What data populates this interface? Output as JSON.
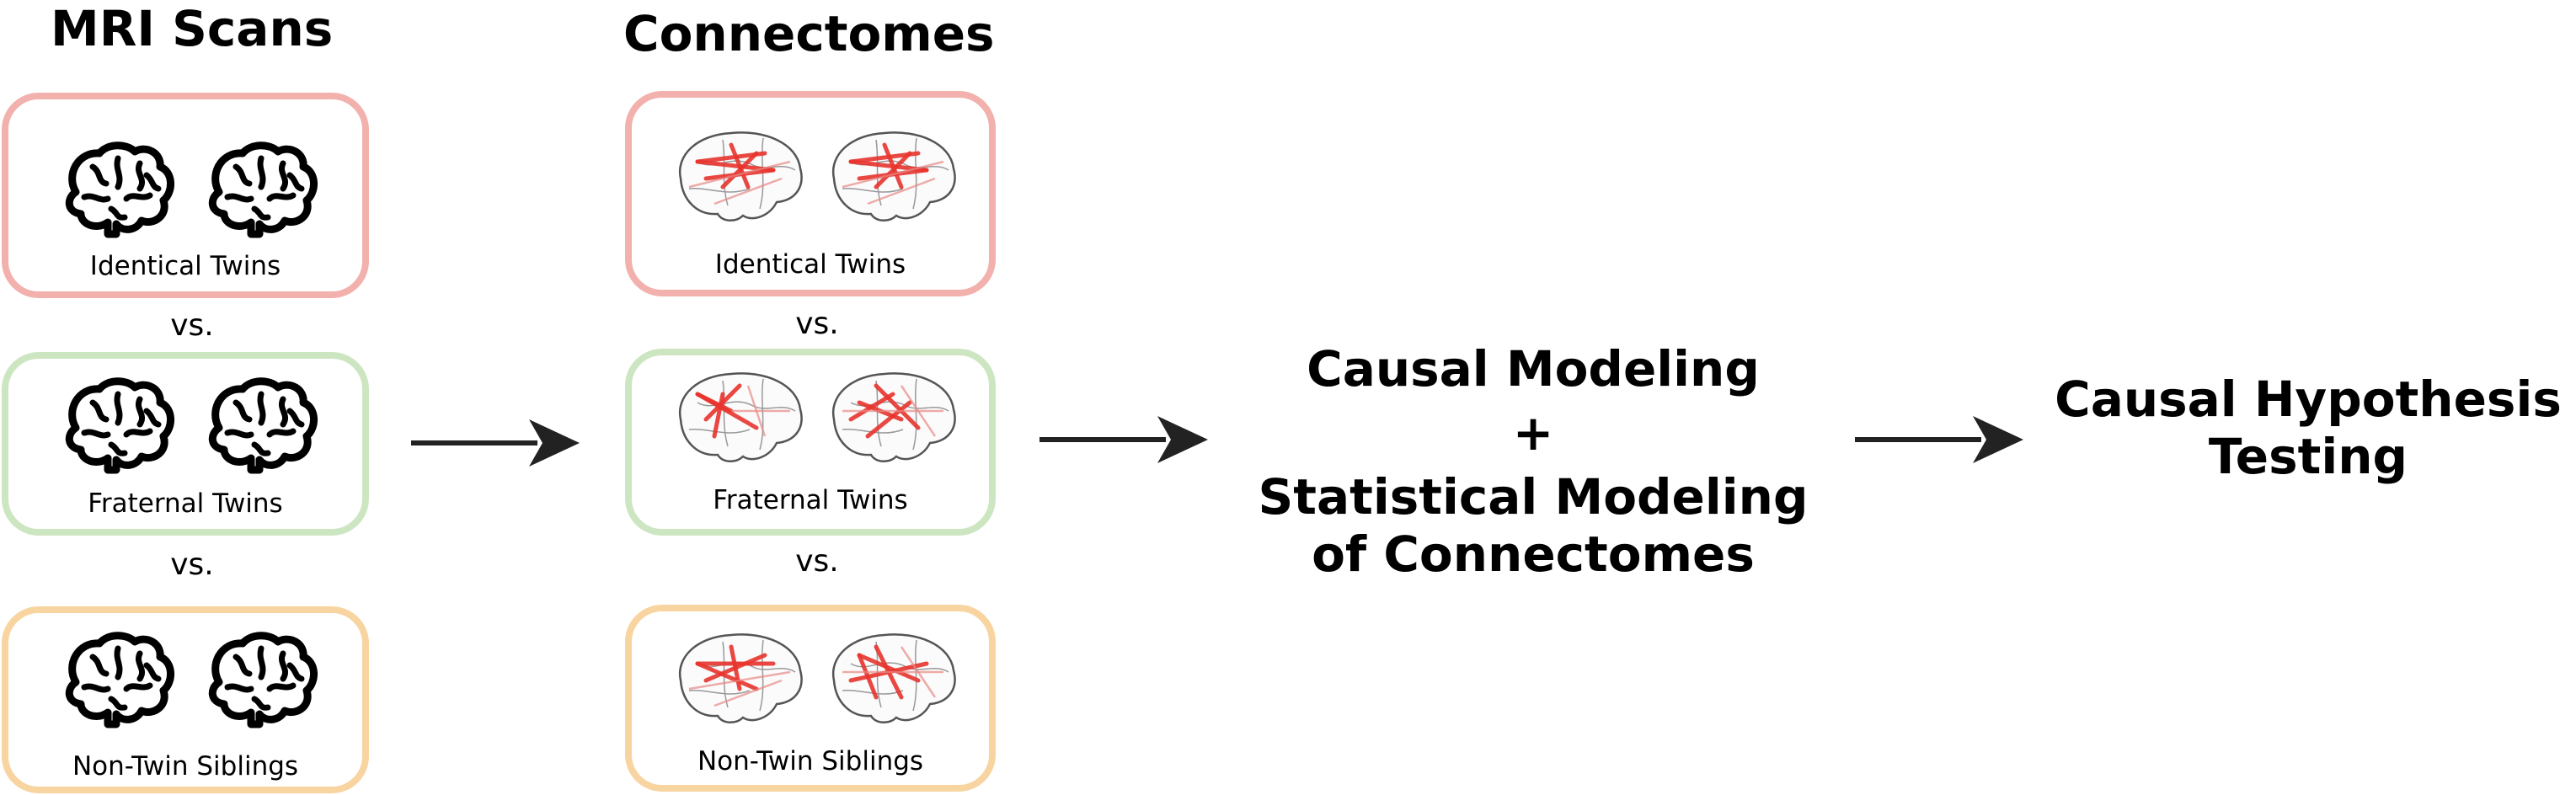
{
  "mri": {
    "title": "MRI Scans",
    "groups": [
      {
        "label": "Identical Twins",
        "color": "#f2b1ad"
      },
      {
        "label": "Fraternal Twins",
        "color": "#cde6c2"
      },
      {
        "label": "Non-Twin Siblings",
        "color": "#f8d4a0"
      }
    ],
    "vs": [
      "vs.",
      "vs."
    ]
  },
  "connectomes": {
    "title": "Connectomes",
    "groups": [
      {
        "label": "Identical Twins",
        "color": "#f2b1ad"
      },
      {
        "label": "Fraternal Twins",
        "color": "#cde6c2"
      },
      {
        "label": "Non-Twin Siblings",
        "color": "#f8d4a0"
      }
    ],
    "vs": [
      "vs.",
      "vs."
    ]
  },
  "modeling": {
    "line1": "Causal Modeling",
    "plus": "+",
    "line2": "Statistical Modeling",
    "line3": "of Connectomes"
  },
  "testing": {
    "line1": "Causal Hypothesis",
    "line2": "Testing"
  },
  "icons": [
    "brain-icon",
    "connectome-brain-icon",
    "arrow-right-icon"
  ]
}
